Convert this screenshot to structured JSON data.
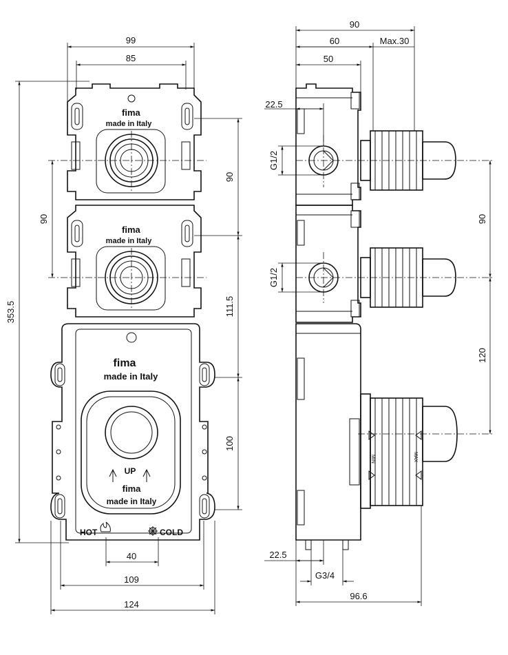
{
  "front": {
    "brand": "fima",
    "made_in": "made in Italy",
    "up_label": "UP",
    "hot_label": "HOT",
    "cold_label": "COLD"
  },
  "dims_front": {
    "w99": "99",
    "w85": "85",
    "h353": "353.5",
    "h90_left": "90",
    "h90_right": "90",
    "h111": "111.5",
    "h100": "100",
    "w40": "40",
    "w109": "109",
    "w124": "124"
  },
  "dims_side": {
    "w90": "90",
    "w60": "60",
    "max30": "Max.30",
    "w50": "50",
    "d22_top": "22.5",
    "g12_a": "G1/2",
    "g12_b": "G1/2",
    "h90": "90",
    "h120": "120",
    "d22_bot": "22.5",
    "g34": "G3/4",
    "w96": "96.6",
    "min": "MIN",
    "max": "MAX"
  }
}
